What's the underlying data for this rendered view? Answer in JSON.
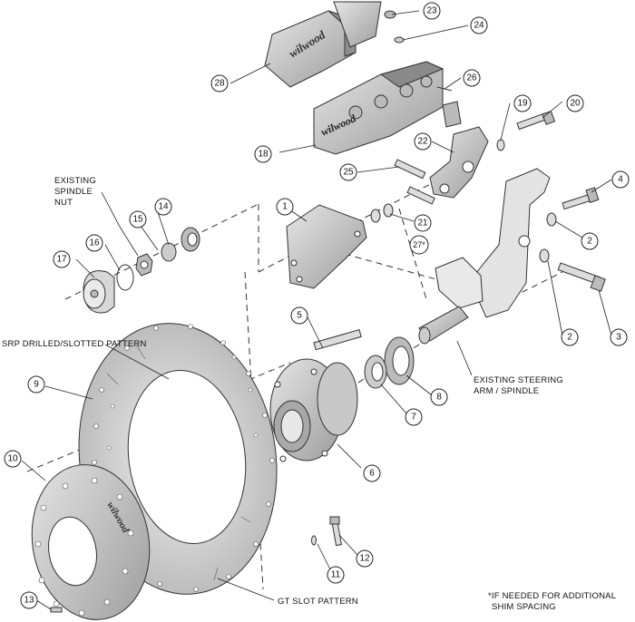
{
  "labels": {
    "existing_spindle_nut": [
      "EXISTING",
      "SPINDLE",
      "NUT"
    ],
    "srp_pattern": "SRP DRILLED/SLOTTED PATTERN",
    "steering_arm": [
      "EXISTING STEERING",
      "ARM / SPINDLE"
    ],
    "gt_slot_pattern": "GT SLOT PATTERN",
    "shim_note": [
      "*IF NEEDED FOR ADDITIONAL",
      "SHIM SPACING"
    ],
    "brand": "wilwood"
  },
  "callouts": {
    "c1": "1",
    "c2a": "2",
    "c2b": "2",
    "c3": "3",
    "c4": "4",
    "c5": "5",
    "c6": "6",
    "c7": "7",
    "c8": "8",
    "c9": "9",
    "c10": "10",
    "c11": "11",
    "c12": "12",
    "c13": "13",
    "c14": "14",
    "c15": "15",
    "c16": "16",
    "c17": "17",
    "c18": "18",
    "c19": "19",
    "c20": "20",
    "c21": "21",
    "c22": "22",
    "c23": "23",
    "c24": "24",
    "c25": "25",
    "c26": "26",
    "c27": "27*",
    "c28": "28"
  },
  "colors": {
    "part_fill": "#d4d4d4",
    "part_dark": "#9a9a9a",
    "line": "#222222",
    "background": "#ffffff"
  }
}
